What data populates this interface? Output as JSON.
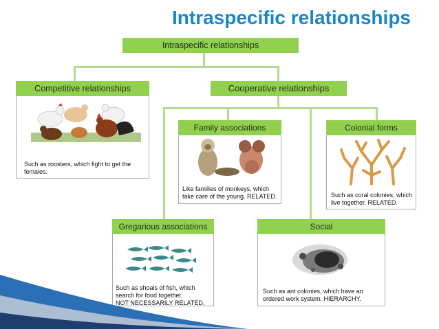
{
  "title": "Intraspecific relationships",
  "root": {
    "label": "Intraspecific relationships"
  },
  "competitive": {
    "label": "Competitive relationships",
    "caption": "Such as roosters, which fight to get the females.",
    "image_icon": "roosters-image"
  },
  "cooperative": {
    "label": "Cooperative relationships"
  },
  "family": {
    "label": "Family associations",
    "caption": "Like families of monkeys, which take care of the young. RELATED.",
    "image_icon": "monkeys-image"
  },
  "colonial": {
    "label": "Colonial forms",
    "caption": "Such as coral colonies, which live together. RELATED.",
    "image_icon": "coral-image"
  },
  "gregarious": {
    "label": "Gregarious associations",
    "caption_line1": "Such as shoals of fish, which",
    "caption_line2": "search for food together.",
    "caption_line3": "NOT NECESSARILY RELATED.",
    "image_icon": "fish-shoal-image"
  },
  "social": {
    "label": "Social",
    "caption": "Such as ant colonies, which have an ordered work system. HIERARCHY.",
    "image_icon": "ant-colony-image"
  },
  "colors": {
    "title": "#1a86c7",
    "header_fill": "#92d050",
    "connector": "#b7d98f",
    "corner_blue": "#2b6fb6"
  }
}
